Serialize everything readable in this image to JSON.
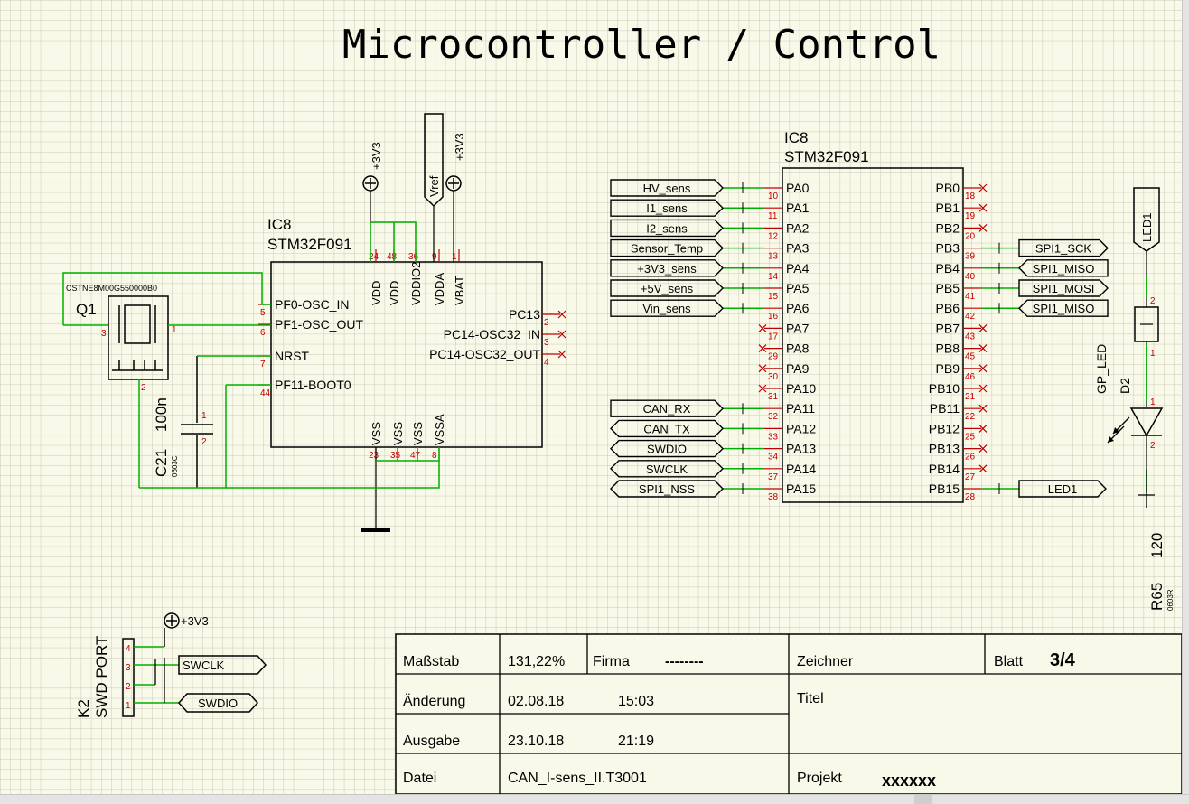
{
  "title": "Microcontroller / Control",
  "mcu_left": {
    "ref": "IC8",
    "part": "STM32F091",
    "top_pins": [
      {
        "name": "VDD",
        "num": "24"
      },
      {
        "name": "VDD",
        "num": "48"
      },
      {
        "name": "VDDIO2",
        "num": "36"
      },
      {
        "name": "VDDA",
        "num": "9"
      },
      {
        "name": "VBAT",
        "num": "1"
      }
    ],
    "left_pins": [
      {
        "name": "PF0-OSC_IN",
        "num": "5"
      },
      {
        "name": "PF1-OSC_OUT",
        "num": "6"
      },
      {
        "name": "NRST",
        "num": "7"
      },
      {
        "name": "PF11-BOOT0",
        "num": "44"
      }
    ],
    "right_pins": [
      {
        "name": "PC13",
        "num": "2"
      },
      {
        "name": "PC14-OSC32_IN",
        "num": "3"
      },
      {
        "name": "PC14-OSC32_OUT",
        "num": "4"
      }
    ],
    "bottom_pins": [
      {
        "name": "VSS",
        "num": "23"
      },
      {
        "name": "VSS",
        "num": "35"
      },
      {
        "name": "VSS",
        "num": "47"
      },
      {
        "name": "VSSA",
        "num": "8"
      }
    ]
  },
  "mcu_right": {
    "ref": "IC8",
    "part": "STM32F091",
    "left_pins": [
      {
        "name": "PA0",
        "num": "10",
        "net": "HV_sens"
      },
      {
        "name": "PA1",
        "num": "11",
        "net": "I1_sens"
      },
      {
        "name": "PA2",
        "num": "12",
        "net": "I2_sens"
      },
      {
        "name": "PA3",
        "num": "13",
        "net": "Sensor_Temp"
      },
      {
        "name": "PA4",
        "num": "14",
        "net": "+3V3_sens"
      },
      {
        "name": "PA5",
        "num": "15",
        "net": "+5V_sens"
      },
      {
        "name": "PA6",
        "num": "16",
        "net": "Vin_sens"
      },
      {
        "name": "PA7",
        "num": "17",
        "net": ""
      },
      {
        "name": "PA8",
        "num": "29",
        "net": ""
      },
      {
        "name": "PA9",
        "num": "30",
        "net": ""
      },
      {
        "name": "PA10",
        "num": "31",
        "net": ""
      },
      {
        "name": "PA11",
        "num": "32",
        "net": "CAN_RX"
      },
      {
        "name": "PA12",
        "num": "33",
        "net": "CAN_TX"
      },
      {
        "name": "PA13",
        "num": "34",
        "net": "SWDIO"
      },
      {
        "name": "PA14",
        "num": "37",
        "net": "SWCLK"
      },
      {
        "name": "PA15",
        "num": "38",
        "net": "SPI1_NSS"
      }
    ],
    "right_pins": [
      {
        "name": "PB0",
        "num": "18",
        "net": ""
      },
      {
        "name": "PB1",
        "num": "19",
        "net": ""
      },
      {
        "name": "PB2",
        "num": "20",
        "net": ""
      },
      {
        "name": "PB3",
        "num": "39",
        "net": "SPI1_SCK"
      },
      {
        "name": "PB4",
        "num": "40",
        "net": "SPI1_MISO"
      },
      {
        "name": "PB5",
        "num": "41",
        "net": "SPI1_MOSI"
      },
      {
        "name": "PB6",
        "num": "42",
        "net": "SPI1_MISO"
      },
      {
        "name": "PB7",
        "num": "43",
        "net": ""
      },
      {
        "name": "PB8",
        "num": "45",
        "net": ""
      },
      {
        "name": "PB9",
        "num": "46",
        "net": ""
      },
      {
        "name": "PB10",
        "num": "21",
        "net": ""
      },
      {
        "name": "PB11",
        "num": "22",
        "net": ""
      },
      {
        "name": "PB12",
        "num": "25",
        "net": ""
      },
      {
        "name": "PB13",
        "num": "26",
        "net": ""
      },
      {
        "name": "PB14",
        "num": "27",
        "net": ""
      },
      {
        "name": "PB15",
        "num": "28",
        "net": "LED1"
      }
    ]
  },
  "power": {
    "v33": "+3V3",
    "vref": "Vref"
  },
  "crystal": {
    "ref": "Q1",
    "part": "CSTNE8M00G550000B0",
    "pins": [
      "3",
      "1",
      "2"
    ]
  },
  "cap": {
    "ref": "C21",
    "value": "100n",
    "package": "0603C",
    "pins": [
      "1",
      "2"
    ]
  },
  "led": {
    "net": "LED1",
    "ref": "D2",
    "value": "GP_LED",
    "pins": [
      "2",
      "1"
    ]
  },
  "resistor": {
    "ref": "R65",
    "value": "120",
    "package": "0603R",
    "pins": [
      "1",
      "2"
    ]
  },
  "swd": {
    "ref": "K2",
    "name": "SWD PORT",
    "power": "+3V3",
    "pins": [
      "4",
      "3",
      "2",
      "1"
    ],
    "swclk": "SWCLK",
    "swdio": "SWDIO"
  },
  "titleblock": {
    "massstab_label": "Maßstab",
    "massstab": "131,22%",
    "firma_label": "Firma",
    "firma": "--------",
    "zeichner_label": "Zeichner",
    "blatt_label": "Blatt",
    "blatt": "3/4",
    "aenderung_label": "Änderung",
    "aenderung_date": "02.08.18",
    "aenderung_time": "15:03",
    "titel_label": "Titel",
    "ausgabe_label": "Ausgabe",
    "ausgabe_date": "23.10.18",
    "ausgabe_time": "21:19",
    "datei_label": "Datei",
    "datei": "CAN_I-sens_II.T3001",
    "projekt_label": "Projekt",
    "projekt": "xxxxxx"
  },
  "colors": {
    "wire": "#00b000",
    "pin": "#c00000",
    "line": "#000000",
    "grid": "#c9c9b4",
    "bg": "#f9f9e9"
  }
}
